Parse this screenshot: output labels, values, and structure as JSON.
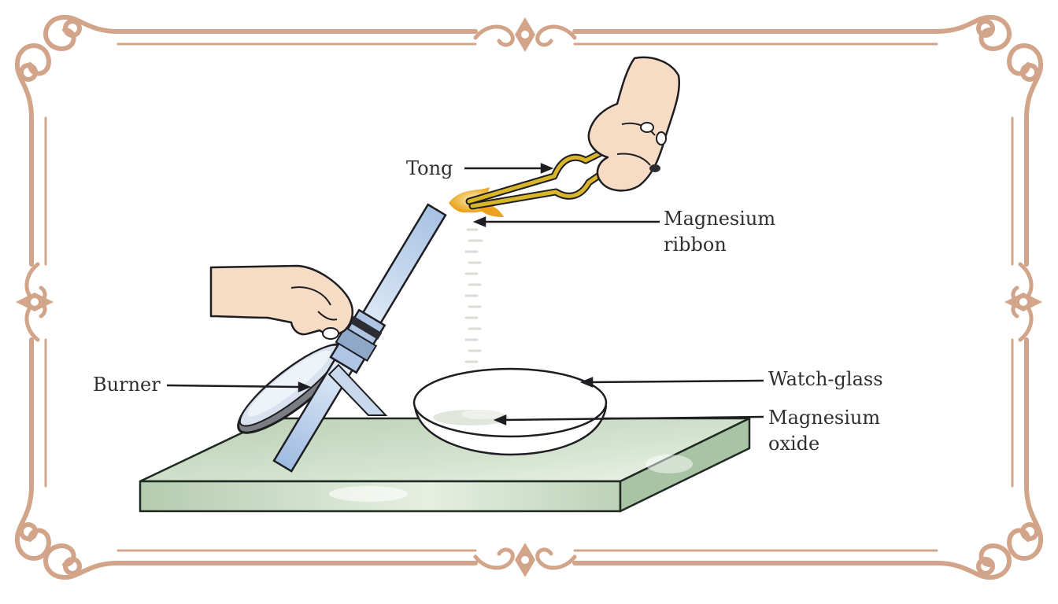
{
  "labels": {
    "tong": "Tong",
    "magnesium_ribbon_line1": "Magnesium",
    "magnesium_ribbon_line2": "ribbon",
    "burner": "Burner",
    "watch_glass": "Watch-glass",
    "magnesium_oxide_line1": "Magnesium",
    "magnesium_oxide_line2": "oxide"
  },
  "colors": {
    "frame": "#d2a489",
    "table_top": "#c9dcc4",
    "table_side": "#a9c3a5",
    "tong": "#d9b52a",
    "skin": "#f7dcc5",
    "tube": "#bcd3ec"
  }
}
